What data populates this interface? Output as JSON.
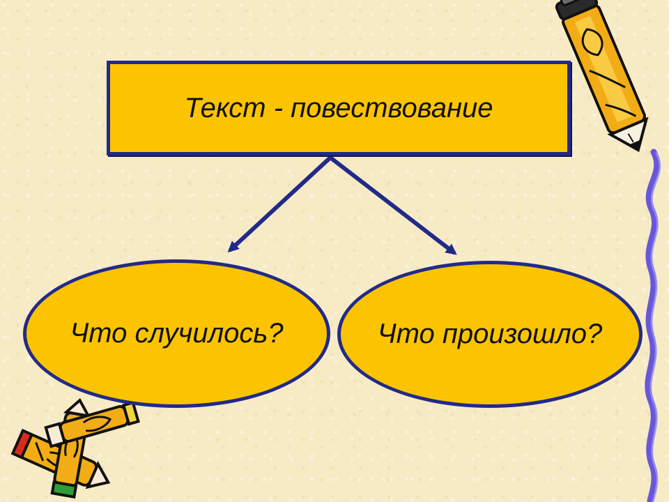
{
  "diagram": {
    "title": "Текст - повествование",
    "left_node": "Что случилось?",
    "right_node": "Что произошло?"
  },
  "colors": {
    "background": "#f7ebc6",
    "box_fill": "#fcc400",
    "outline": "#222a88",
    "text": "#111111",
    "ribbon": "#6857d9"
  },
  "decorations": {
    "top_right": "pencil-icon",
    "bottom_left": "pencils-icon",
    "right_edge": "wavy-ribbon"
  }
}
